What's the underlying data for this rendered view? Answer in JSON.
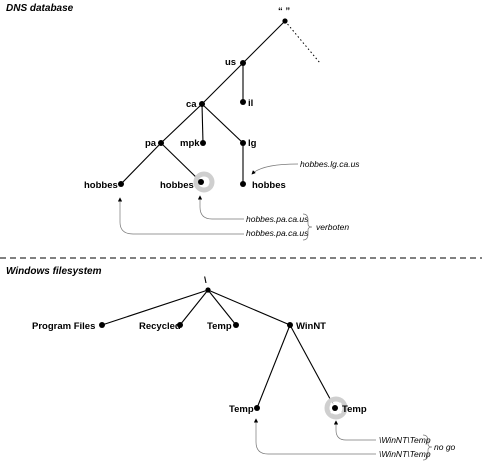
{
  "dns": {
    "title": "DNS database",
    "root_label": "“ ”",
    "nodes": {
      "us": "us",
      "il": "il",
      "ca": "ca",
      "pa": "pa",
      "mpk": "mpk",
      "lg": "lg",
      "hobbes_pa": "hobbes",
      "hobbes_conflict": "hobbes",
      "hobbes_lg": "hobbes"
    },
    "annotations": {
      "lg_fqdn": "hobbes.lg.ca.us",
      "pa_fqdn_1": "hobbes.pa.ca.us",
      "pa_fqdn_2": "hobbes.pa.ca.us",
      "verdict": "verboten"
    }
  },
  "fs": {
    "title": "Windows filesystem",
    "root_label": "\\",
    "nodes": {
      "program_files": "Program Files",
      "recycled": "Recycled",
      "temp_root": "Temp",
      "winnt": "WinNT",
      "temp_left": "Temp",
      "temp_conflict": "Temp"
    },
    "annotations": {
      "path_1": "\\WinNT\\Temp",
      "path_2": "\\WinNT\\Temp",
      "verdict": "no go"
    }
  }
}
